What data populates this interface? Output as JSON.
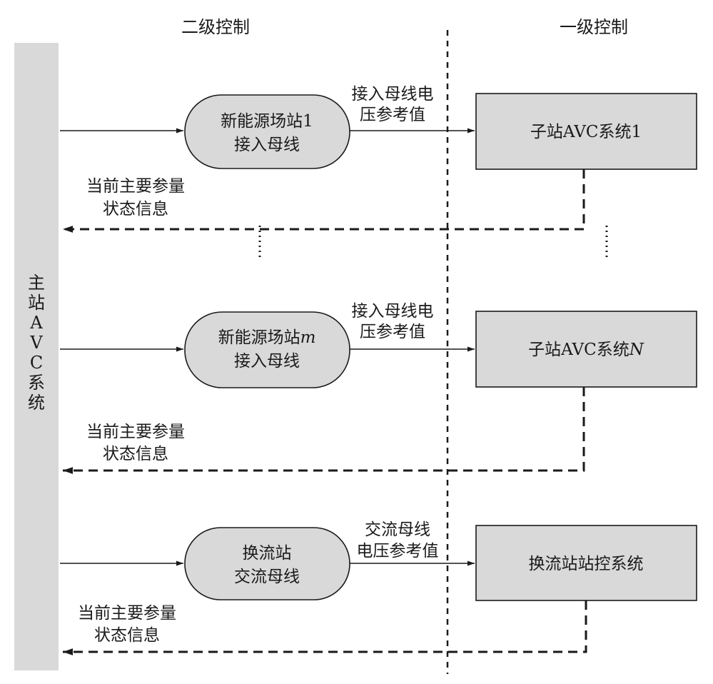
{
  "header": {
    "level2": "二级控制",
    "level1": "一级控制"
  },
  "master": {
    "chars": [
      "主",
      "站",
      "A",
      "V",
      "C",
      "系",
      "统"
    ]
  },
  "rows": [
    {
      "node_line1": "新能源场站1",
      "node_line2": "接入母线",
      "ref_line1": "接入母线电",
      "ref_line2": "压参考值",
      "sub_prefix": "子站AVC系统",
      "sub_suffix": "1",
      "fb_line1": "当前主要参量",
      "fb_line2": "状态信息"
    },
    {
      "node_prefix": "新能源场站",
      "node_suffix": "m",
      "node_line2": "接入母线",
      "ref_line1": "接入母线电",
      "ref_line2": "压参考值",
      "sub_prefix": "子站AVC系统",
      "sub_suffix": "N",
      "fb_line1": "当前主要参量",
      "fb_line2": "状态信息"
    },
    {
      "node_line1": "换流站",
      "node_line2": "交流母线",
      "ref_line1": "交流母线",
      "ref_line2": "电压参考值",
      "sub_label": "换流站站控系统",
      "fb_line1": "当前主要参量",
      "fb_line2": "状态信息"
    }
  ],
  "colors": {
    "fill": "#d9d9d9",
    "line": "#1a1a1a",
    "background": "#ffffff"
  }
}
